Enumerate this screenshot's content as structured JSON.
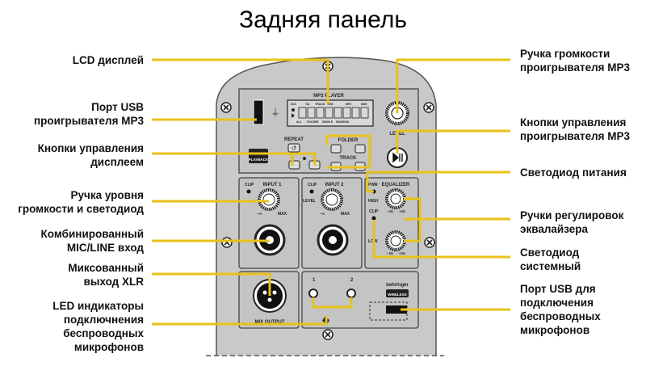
{
  "title": "Задняя панель",
  "callouts_left": [
    {
      "id": "lcd",
      "lines": [
        "LCD дисплей"
      ]
    },
    {
      "id": "usb-mp3",
      "lines": [
        "Порт USB",
        "проигрывателя MP3"
      ]
    },
    {
      "id": "display-buttons",
      "lines": [
        "Кнопки управления",
        "дисплеем"
      ]
    },
    {
      "id": "level-knob",
      "lines": [
        "Ручка уровня",
        "громкости и светодиод"
      ]
    },
    {
      "id": "combo-input",
      "lines": [
        "Комбинированный",
        "MIC/LINE вход"
      ]
    },
    {
      "id": "xlr-out",
      "lines": [
        "Миксованный",
        "выход XLR"
      ]
    },
    {
      "id": "wireless-leds",
      "lines": [
        "LED индикаторы",
        "подключнения",
        "беспроводных",
        "микрофонов"
      ]
    }
  ],
  "callouts_right": [
    {
      "id": "mp3-volume",
      "lines": [
        "Ручка громкости",
        "проигрывателя MP3"
      ]
    },
    {
      "id": "mp3-buttons",
      "lines": [
        "Кнопки управления",
        "проигрывателя MP3"
      ]
    },
    {
      "id": "power-led",
      "lines": [
        "Светодиод питания"
      ]
    },
    {
      "id": "eq-knobs",
      "lines": [
        "Ручки регулировок",
        "эквалайзера"
      ]
    },
    {
      "id": "system-led",
      "lines": [
        "Светодиод",
        "системный"
      ]
    },
    {
      "id": "wireless-usb",
      "lines": [
        "Порт USB для",
        "подключения",
        "беспроводных",
        "микрофонов"
      ]
    }
  ],
  "panel": {
    "mp3_player_label": "MP3 PLAYER",
    "lcd_top_labels": [
      "SD/I",
      "TAI",
      "TRACK",
      "TEM",
      "MP3",
      "WAV"
    ],
    "lcd_bottom_labels": [
      "ALL",
      "FOLDER",
      "SINGLE",
      "RANDOM"
    ],
    "repeat_label": "REPEAT",
    "folder_label": "FOLDER",
    "track_label": "TRACK",
    "playback_label": "PLAYBACK",
    "level_label": "LEVEL",
    "input1_label": "INPUT 1",
    "input2_label": "INPUT 2",
    "clip_label": "CLIP",
    "level_side_label": "LEVEL",
    "max_label": "MAX",
    "min_label": "−∞",
    "pwr_label": "PWR",
    "equalizer_label": "EQUALIZER",
    "high_label": "HIGH",
    "low_label": "LOW",
    "eq_min": "−15",
    "eq_max": "+15",
    "mix_output_label": "MIX OUTPUT",
    "mic1_label": "1",
    "mic2_label": "2",
    "brand_label": "behringer",
    "wireless_badge": "WIRELESS"
  },
  "colors": {
    "callout_line": "#e8c21a",
    "panel_fill": "#c9c9c9",
    "panel_stroke": "#555555"
  }
}
